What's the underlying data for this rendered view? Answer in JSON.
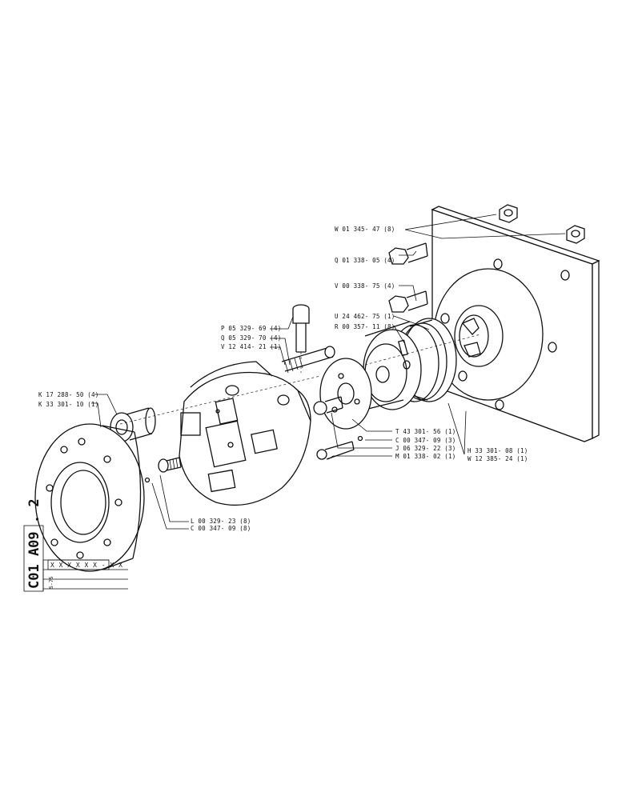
{
  "labels": [
    "W 01 345- 47 (8)",
    "Q 01 338- 05 (4)",
    "V 00 338- 75 (4)",
    "U 24 462- 75 (1)",
    "R 00 357- 11 (8)",
    "P 05 329- 69 (4)",
    "Q 05 329- 70 (4)",
    "V 12 414- 21 (1)",
    "K 17 288- 50 (4)",
    "K 33 301- 10 (1)",
    "T 43 301- 56 (1)",
    "C 00 347- 09 (3)",
    "J 06 329- 22 (3)",
    "M 01 338- 02 (1)",
    "H 33 301- 08 (1)",
    "W 12 385- 24 (1)",
    "L 00 329- 23 (8)",
    "C 00 347- 09 (8)"
  ],
  "title_block": {
    "reference": "C01 A09 . 2",
    "part_code": "X X X  X X X - X X",
    "date": "5-75"
  }
}
